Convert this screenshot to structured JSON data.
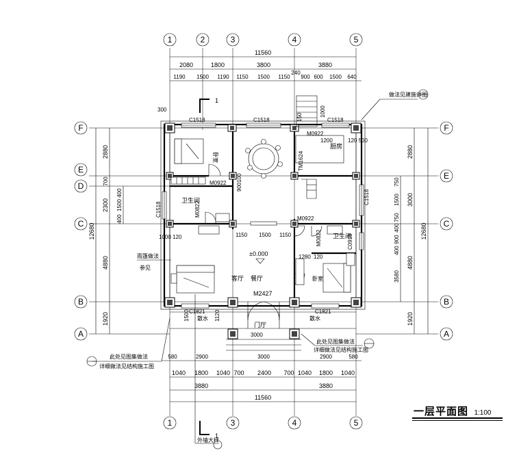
{
  "title": {
    "main": "一层平面图",
    "scale": "1:100"
  },
  "axes": {
    "vertical": [
      "1",
      "2",
      "3",
      "4",
      "5"
    ],
    "horizontal": [
      "F",
      "E",
      "D",
      "C",
      "B",
      "A"
    ]
  },
  "dims": {
    "top_total": "11560",
    "top_row1": [
      "2080",
      "1800",
      "3800",
      "3880"
    ],
    "top_extra": "240",
    "top_row2": [
      "1190",
      "1500",
      "1190",
      "1150",
      "1500",
      "1150",
      "900",
      "600",
      "1500",
      "640"
    ],
    "bottom_row1": [
      "580",
      "2900",
      "3000",
      "2900",
      "580"
    ],
    "bottom_row2": [
      "1040",
      "1800",
      "1040",
      "700",
      "2400",
      "700",
      "1040",
      "1800",
      "1040"
    ],
    "bottom_row3": [
      "3880",
      "3880"
    ],
    "bottom_total": "11560",
    "left_outer": "12680",
    "left_row": [
      "2880",
      "700",
      "2300",
      "4880",
      "1920"
    ],
    "left_inner": [
      "400",
      "1500",
      "400"
    ],
    "right_outer": "12680",
    "right_row1": [
      "2880",
      "3000",
      "4880",
      "1920"
    ],
    "right_row2": [
      "750",
      "1500",
      "750",
      "400",
      "900",
      "400",
      "3580"
    ]
  },
  "labels": {
    "window_top_a": "C1518",
    "window_top_b": "C1518",
    "window_top_c": "C1518",
    "window_left": "C1518",
    "window_right": "C1518",
    "door_m0922_a": "M0922",
    "door_m0922_b": "M0922",
    "door_m0922_c": "M0922",
    "door_m0822_a": "M0822",
    "door_m0822_b": "M0822",
    "door_tm1624": "TM1624",
    "door_m2427": "M2427",
    "window_c0918": "C0918",
    "window_c1821_a": "C1821",
    "window_c1821_b": "C1821",
    "room_kitchen": "厨房",
    "room_bed_a": "卧室",
    "room_bed_b": "卧室",
    "room_wc_a": "卫生间",
    "room_wc_b": "卫生间",
    "room_living": "客厅",
    "room_hall": "餐厅",
    "room_porch": "门厅",
    "room_terrace_a": "散水",
    "room_terrace_b": "散水",
    "level": "±0.000",
    "section_mark": "1",
    "note_top_right": "做法见建施详图",
    "note_left": "雨篷做法",
    "note_left_b": "参见",
    "note_bottom_left": "此处见图集做法",
    "note_bottom_left_b": "详细做法见结构施工图",
    "note_bottom_right": "此处见图集做法",
    "note_bottom_right_b": "详细做法见结构施工图",
    "note_bottom_mark": "外墙大样",
    "num_1200": "1200",
    "num_120_500": "120 500",
    "num_300": "300",
    "num_1000": "1000",
    "num_150": "150",
    "num_1150a": "1150",
    "num_1500a": "1500",
    "num_1150b": "1150",
    "num_1280": "1280",
    "num_120a": "120",
    "num_1000_120": "1000 120",
    "num_900_100": "900100",
    "num_3000": "3000",
    "num_1500b": "1500",
    "num_1120": "1120"
  }
}
